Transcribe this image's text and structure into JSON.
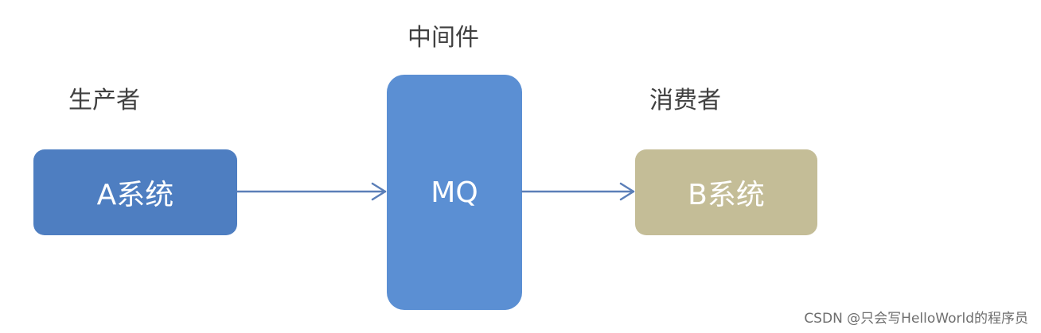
{
  "labels": {
    "producer": "生产者",
    "middleware": "中间件",
    "consumer": "消费者"
  },
  "nodes": {
    "a_system": "A系统",
    "mq": "MQ",
    "b_system": "B系统"
  },
  "colors": {
    "a_system": "#4e7ec1",
    "mq": "#5b8fd3",
    "b_system": "#c4bd97",
    "arrow": "#5b7fb8",
    "label_text": "#404040"
  },
  "watermark": "CSDN @只会写HelloWorld的程序员"
}
